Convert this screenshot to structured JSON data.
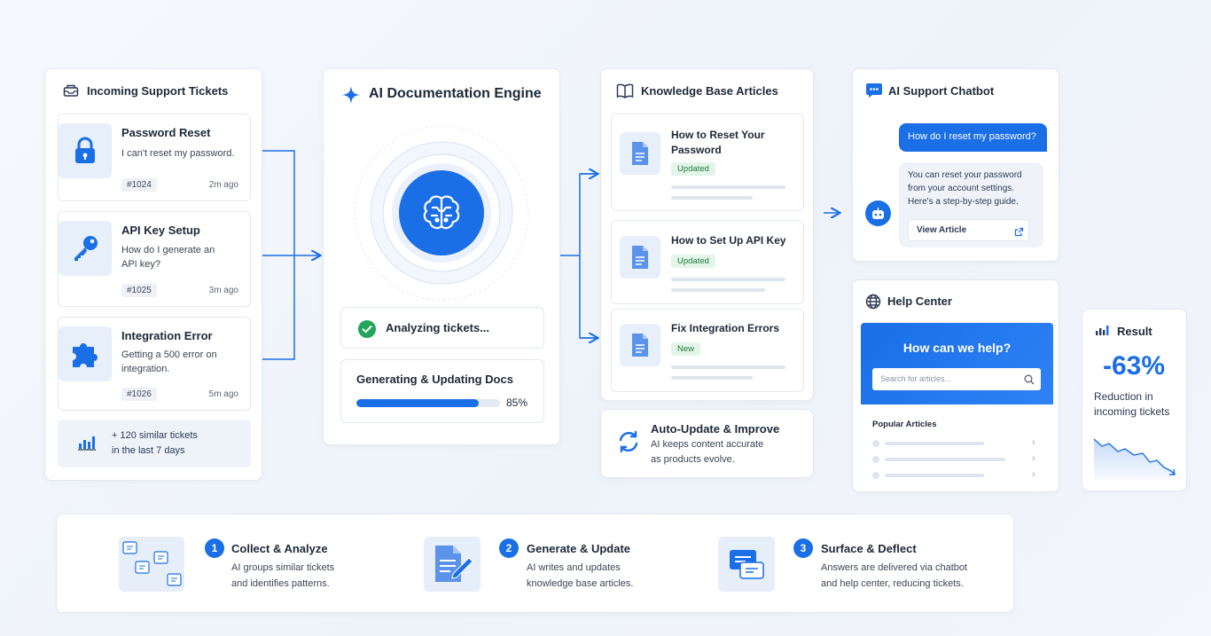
{
  "tickets_panel": {
    "title": "Incoming Support Tickets",
    "tickets": [
      {
        "name": "Password Reset",
        "desc": "I can't reset my password.",
        "id": "#1024",
        "ago": "2m ago"
      },
      {
        "name": "API Key Setup",
        "desc": "How do I generate an API key?",
        "id": "#1025",
        "ago": "3m ago"
      },
      {
        "name": "Integration Error",
        "desc": "Getting a 500 error on integration.",
        "id": "#1026",
        "ago": "5m ago"
      }
    ],
    "similar_line1": "+ 120 similar tickets",
    "similar_line2": "in the last 7 days"
  },
  "engine": {
    "title": "AI Documentation Engine",
    "analyzing": "Analyzing tickets...",
    "generating": "Generating & Updating Docs",
    "progress": 85,
    "progress_label": "85%"
  },
  "kb": {
    "title": "Knowledge Base Articles",
    "articles": [
      {
        "name": "How to Reset Your Password",
        "badge": "Updated"
      },
      {
        "name": "How to Set Up API Key",
        "badge": "Updated"
      },
      {
        "name": "Fix Integration Errors",
        "badge": "New"
      }
    ]
  },
  "auto_update": {
    "title": "Auto-Update & Improve",
    "desc_line1": "AI keeps content accurate",
    "desc_line2": "as products evolve."
  },
  "chatbot": {
    "title": "AI Support Chatbot",
    "user_msg": "How do I reset my password?",
    "bot_msg_l1": "You can reset your password",
    "bot_msg_l2": "from your account settings.",
    "bot_msg_l3": "Here's a step-by-step guide.",
    "view_article": "View Article"
  },
  "help_center": {
    "title": "Help Center",
    "hero": "How can we help?",
    "search_placeholder": "Search for articles...",
    "popular": "Popular Articles"
  },
  "result": {
    "title": "Result",
    "value": "-63%",
    "label_line1": "Reduction in",
    "label_line2": "incoming tickets"
  },
  "steps": [
    {
      "num": "1",
      "title": "Collect & Analyze",
      "desc_l1": "AI groups similar tickets",
      "desc_l2": "and identifies patterns."
    },
    {
      "num": "2",
      "title": "Generate & Update",
      "desc_l1": "AI writes and updates",
      "desc_l2": "knowledge base articles."
    },
    {
      "num": "3",
      "title": "Surface & Deflect",
      "desc_l1": "Answers are delivered via chatbot",
      "desc_l2": "and help center, reducing tickets."
    }
  ],
  "colors": {
    "accent": "#1a6ee6",
    "success": "#22a55a",
    "badge_bg": "#e3f5e8"
  }
}
